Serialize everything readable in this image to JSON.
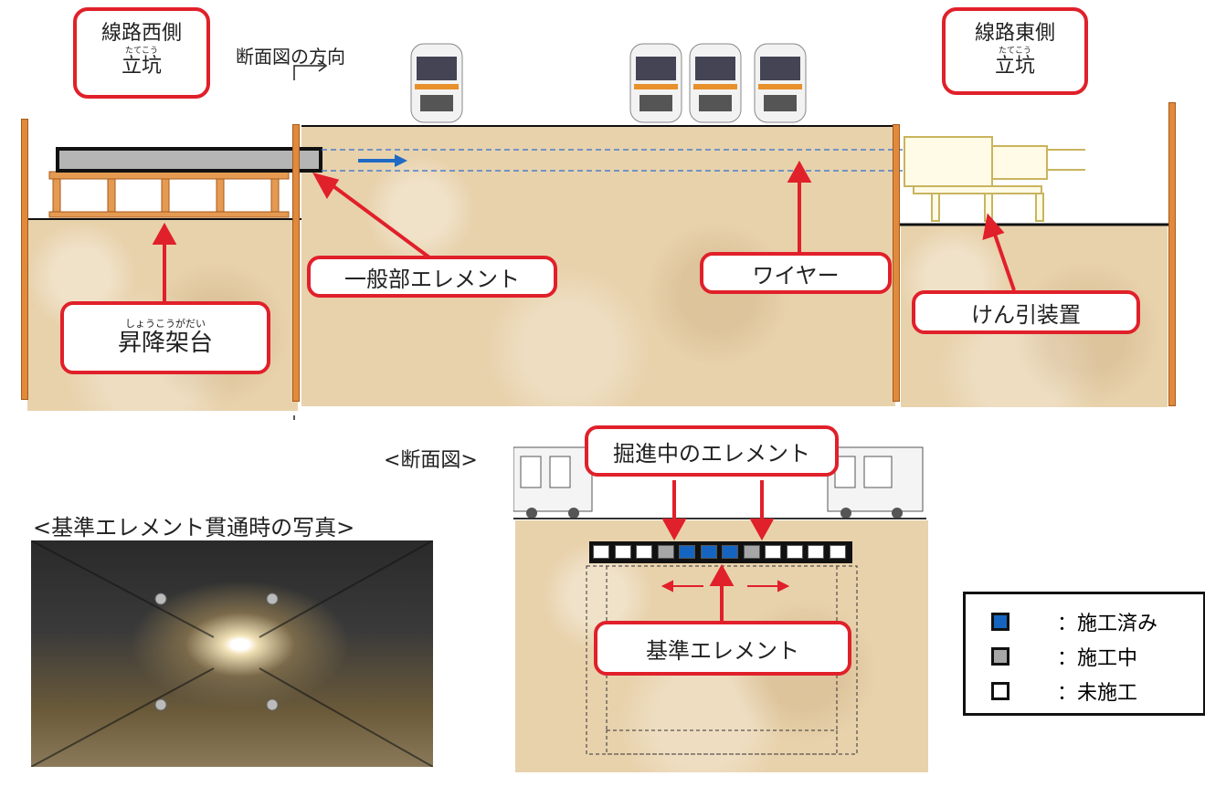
{
  "west_shaft": {
    "title": "線路西側",
    "ruby": "たてこう",
    "name": "立坑"
  },
  "east_shaft": {
    "title": "線路東側",
    "ruby": "たてこう",
    "name": "立坑"
  },
  "direction_label": "断面図の方向",
  "labels": {
    "general_element": "一般部エレメント",
    "wire": "ワイヤー",
    "traction_device": "けん引装置",
    "lift_ruby": "しょうこうがだい",
    "lift_platform": "昇降架台",
    "excavating_element": "掘進中のエレメント",
    "reference_element": "基準エレメント"
  },
  "cross_section_title": "<断面図>",
  "photo_title": "<基準エレメント貫通時の写真>",
  "legend": {
    "items": [
      {
        "label": "：施工済み",
        "color": "#1565c0"
      },
      {
        "label": "：施工中",
        "color": "#a6a6a6"
      },
      {
        "label": "：未施工",
        "color": "#ffffff"
      }
    ]
  },
  "element_row": [
    "未施工",
    "未施工",
    "未施工",
    "施工中",
    "施工済み",
    "施工済み",
    "施工済み",
    "施工中",
    "未施工",
    "未施工",
    "未施工",
    "未施工"
  ],
  "colors": {
    "done": "#1565c0",
    "in_progress": "#a6a6a6",
    "not_started": "#ffffff",
    "label_border": "#e0202a",
    "arrow": "#e0202a"
  }
}
